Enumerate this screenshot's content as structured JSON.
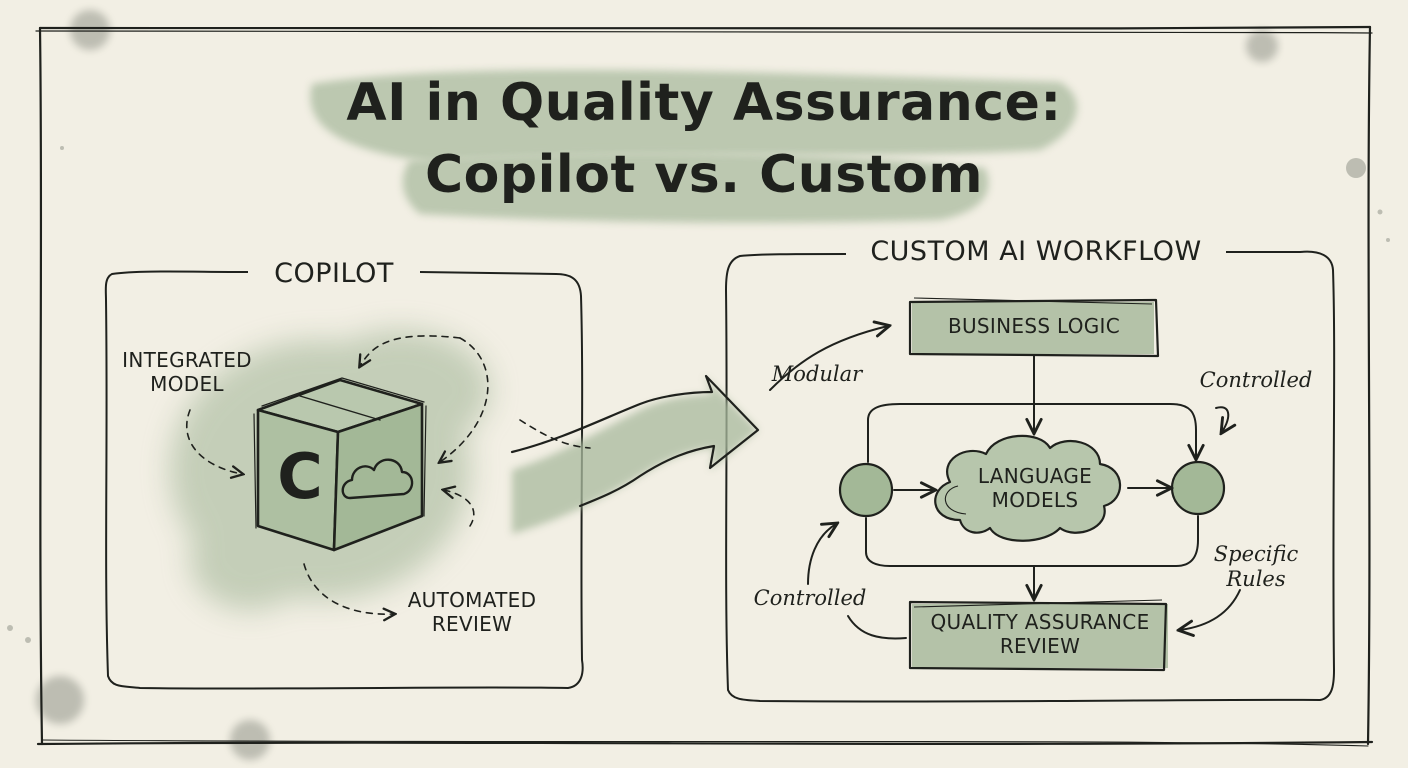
{
  "title": {
    "line1": "AI in Quality Assurance:",
    "line2": "Copilot vs. Custom"
  },
  "copilot": {
    "heading": "COPILOT",
    "integrated_model": "INTEGRATED\nMODEL",
    "automated_review": "AUTOMATED\nREVIEW",
    "cube_letter": "C",
    "icons": [
      "cube-icon",
      "cloud-icon"
    ]
  },
  "custom": {
    "heading": "CUSTOM AI WORKFLOW",
    "business_logic": "BUSINESS LOGIC",
    "language_models": "LANGUAGE\nMODELS",
    "qa_review": "QUALITY ASSURANCE\nREVIEW",
    "notes": {
      "modular": "Modular",
      "controlled_right": "Controlled",
      "controlled_left": "Controlled",
      "specific_rules": "Specific\nRules"
    }
  },
  "colors": {
    "paper": "#f2efe4",
    "ink": "#1f211d",
    "sage": "#9fb394",
    "sage_light": "#bccab2"
  }
}
